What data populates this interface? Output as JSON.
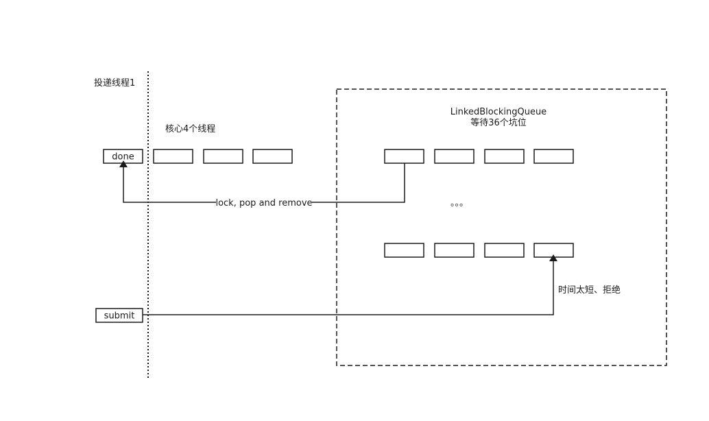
{
  "thread_label": "投递线程1",
  "core_label": "核心4个线程",
  "queue_title": "LinkedBlockingQueue",
  "queue_subtitle": "等待36个坑位",
  "done_label": "done",
  "submit_label": "submit",
  "arrow_label": "lock, pop and remove",
  "ellipsis": "。。。",
  "reject_label": "时间太短、拒绝"
}
